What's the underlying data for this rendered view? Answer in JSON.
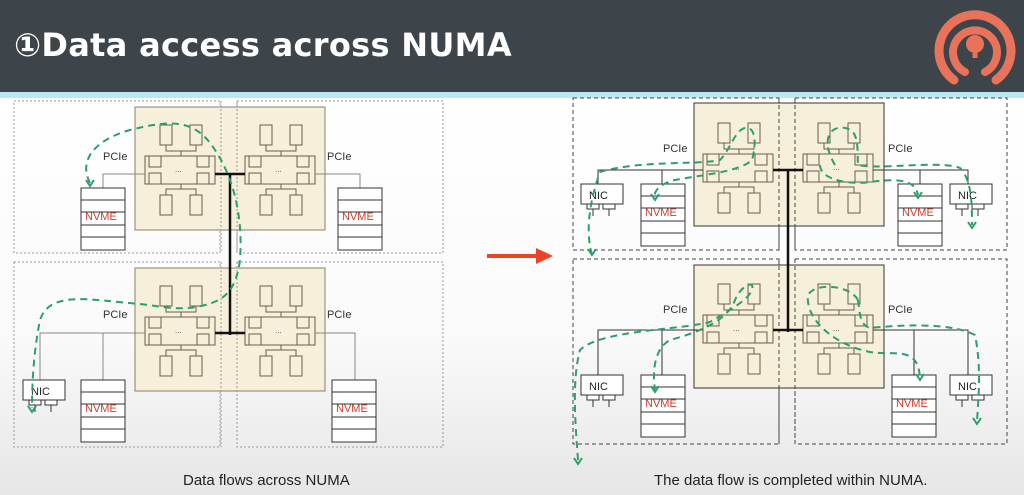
{
  "header": {
    "title": "①Data access across NUMA",
    "logo_icon": "ceph-logo-icon",
    "logo_color": "#e8735a",
    "background_color": "#3d454b"
  },
  "diagram": {
    "left": {
      "caption": "Data flows across NUMA",
      "nodes": [
        {
          "pcie_label": "PCIe",
          "devices": [
            "NVME"
          ]
        },
        {
          "pcie_label": "PCIe",
          "devices": [
            "NVME"
          ]
        },
        {
          "pcie_label": "PCIe",
          "devices": [
            "NIC",
            "NVME"
          ]
        },
        {
          "pcie_label": "PCIe",
          "devices": [
            "NVME"
          ]
        }
      ]
    },
    "arrow": {
      "icon": "right-arrow-icon",
      "color": "#e8452a"
    },
    "right": {
      "caption": "The data flow is completed within NUMA.",
      "nodes": [
        {
          "pcie_label": "PCIe",
          "devices": [
            "NIC",
            "NVME"
          ]
        },
        {
          "pcie_label": "PCIe",
          "devices": [
            "NVME",
            "NIC"
          ]
        },
        {
          "pcie_label": "PCIe",
          "devices": [
            "NIC",
            "NVME"
          ]
        },
        {
          "pcie_label": "PCIe",
          "devices": [
            "NVME",
            "NIC"
          ]
        }
      ]
    },
    "labels": {
      "nvme": "NVME",
      "nic": "NIC",
      "pcie": "PCIe",
      "ellipsis": "..."
    },
    "colors": {
      "flow": "#2e9e6a",
      "nvme_text": "#d63a2a",
      "cpu_fill": "#f6efd9"
    }
  }
}
